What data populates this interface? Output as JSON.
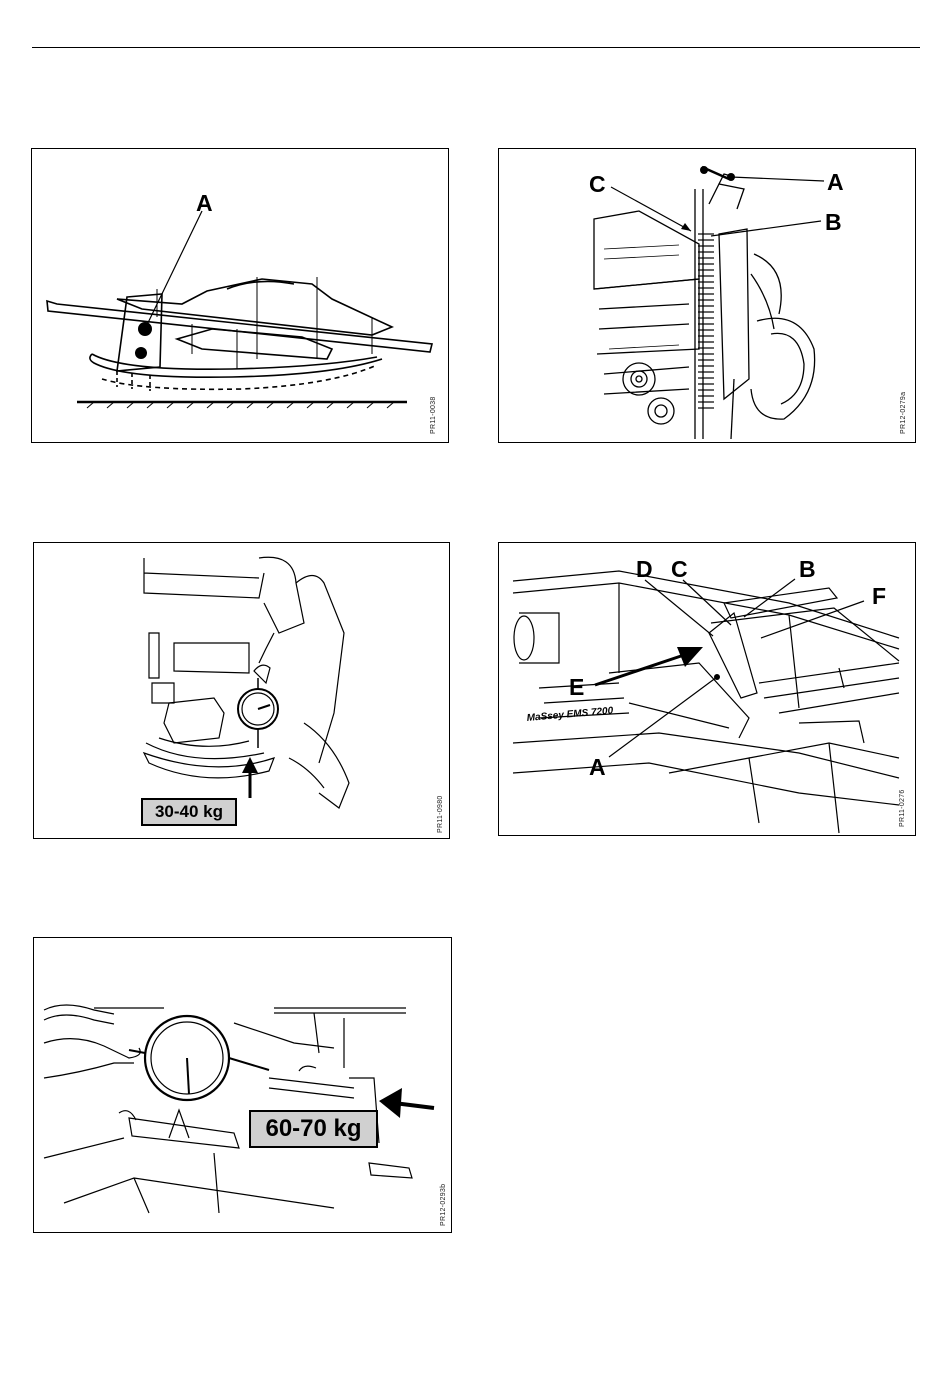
{
  "figures": {
    "fig1": {
      "code": "PR11-0038",
      "labels": {
        "a": "A"
      }
    },
    "fig2": {
      "code": "PR12-0279a",
      "labels": {
        "a": "A",
        "b": "B",
        "c": "C"
      }
    },
    "fig3": {
      "code": "PR11-0980",
      "weight": "30-40 kg"
    },
    "fig4": {
      "code": "PR11-0276",
      "labels": {
        "a": "A",
        "b": "B",
        "c": "C",
        "d": "D",
        "e": "E",
        "f": "F"
      }
    },
    "fig5": {
      "code": "PR12-0293b",
      "weight": "60-70 kg"
    }
  }
}
